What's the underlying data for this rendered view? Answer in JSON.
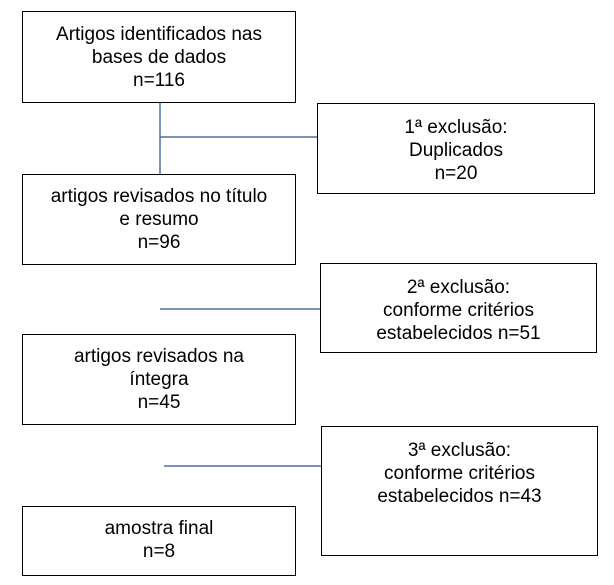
{
  "flow": {
    "steps": [
      {
        "lines": [
          "Artigos identificados nas",
          "bases de dados",
          "n=116"
        ]
      },
      {
        "lines": [
          "artigos revisados no título",
          "e resumo",
          "n=96"
        ]
      },
      {
        "lines": [
          "artigos revisados na",
          "íntegra",
          "n=45"
        ]
      },
      {
        "lines": [
          "amostra final",
          "n=8"
        ]
      }
    ],
    "exclusions": [
      {
        "lines": [
          "1ª exclusão:",
          "Duplicados",
          "n=20"
        ]
      },
      {
        "lines": [
          "2ª exclusão:",
          "conforme critérios",
          "estabelecidos n=51"
        ]
      },
      {
        "lines": [
          "3ª exclusão:",
          "conforme critérios",
          "estabelecidos n=43"
        ]
      }
    ]
  },
  "colors": {
    "connector": "#4a6fa5",
    "border": "#000000"
  }
}
